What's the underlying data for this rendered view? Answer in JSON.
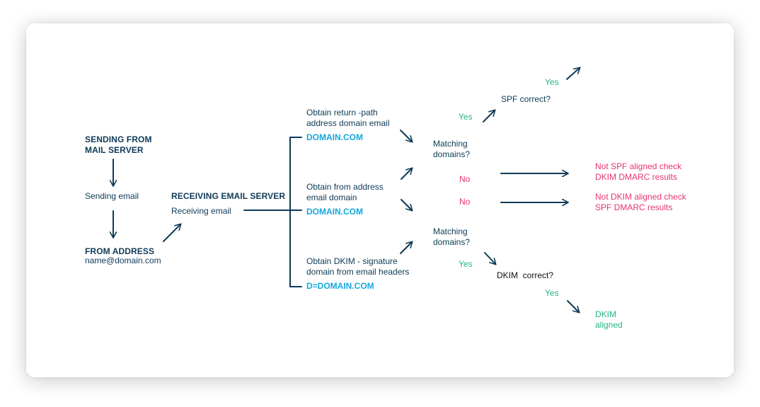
{
  "sending_from": "SENDING FROM\nMAIL SERVER",
  "sending_email": "Sending email",
  "from_address": {
    "label": "FROM ADDRESS",
    "value": "name@domain.com"
  },
  "receiving_server": {
    "label": "RECEIVING EMAIL SERVER",
    "text": "Receiving email"
  },
  "branches": [
    {
      "text": "Obtain return -path\naddress domain email",
      "domain": "DOMAIN.COM"
    },
    {
      "text": "Obtain from address\nemail domain",
      "domain": "DOMAIN.COM"
    },
    {
      "text": "Obtain DKIM - signature\ndomain from email headers",
      "domain": "D=DOMAIN.COM"
    }
  ],
  "matching_top": "Matching\ndomains?",
  "matching_bottom": "Matching\ndomains?",
  "spf_question": "SPF correct?",
  "dkim_question": "DKIM  correct?",
  "yes_label": "Yes",
  "no_label": "No",
  "results": {
    "not_spf": "Not SPF aligned check\nDKIM DMARC results",
    "not_dkim": "Not DKIM aligned check\nSPF DMARC results",
    "dkim_aligned": "DKIM\naligned"
  },
  "colors": {
    "navy": "#0e3a56",
    "domain_blue": "#16a8de",
    "yes_green": "#23b585",
    "no_red": "#e8336f"
  }
}
